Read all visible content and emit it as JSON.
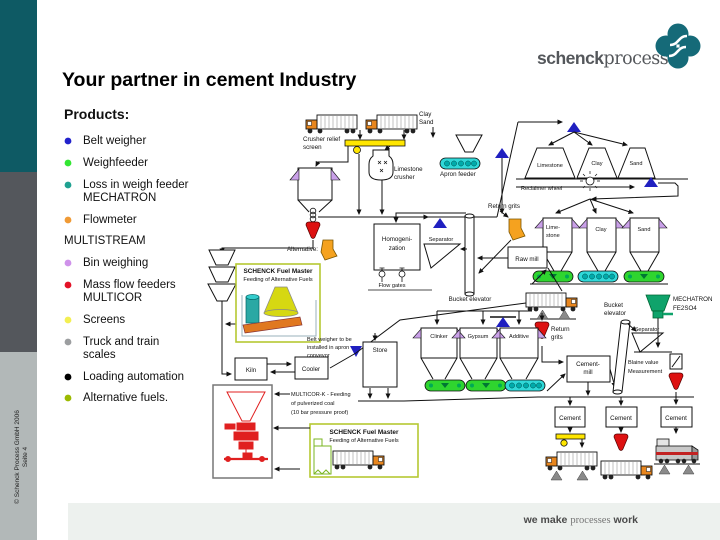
{
  "slide": {
    "title": "Your partner in cement Industry"
  },
  "logo": {
    "word1": "schenck",
    "word2": "process"
  },
  "sidebar": {
    "copyright": "© Schenck Process GmbH 2006",
    "page": "Seite 4"
  },
  "products": {
    "heading": "Products:",
    "items": [
      {
        "label": "Belt weigher",
        "color": "#2222cc"
      },
      {
        "label": "Weighfeeder",
        "color": "#33e633"
      },
      {
        "label": "Loss in weigh feeder\nMECHATRON",
        "color": "#1fa191"
      },
      {
        "label": "Flowmeter",
        "color": "#f09a35"
      },
      {
        "label": "MULTISTREAM",
        "color": ""
      },
      {
        "label": "Bin weighing",
        "color": "#cf92ea"
      },
      {
        "label": "Mass flow feeders\nMULTICOR",
        "color": "#e31227"
      },
      {
        "label": "Screens",
        "color": "#f3ef52"
      },
      {
        "label": "Truck and train\nscales",
        "color": "#9c9ea0"
      },
      {
        "label": "Loading automation",
        "color": "#000000"
      },
      {
        "label": "Alternative fuels.",
        "color": "#9cba00"
      }
    ]
  },
  "footer": {
    "part1": "we make",
    "part2": "processes",
    "part3": "work"
  },
  "colors": {
    "sidebar_teal": "#0e5a64",
    "sidebar_gray": "#54575c",
    "sidebar_light": "#b2b8b8",
    "logo_teal": "#156a78",
    "footer_bg": "#edf1ee",
    "fuelmaster_box_green": "#b5c832",
    "conveyor_green": "#2fd52f",
    "conveyor_cyan": "#30d8d8",
    "scale_blue": "#2020c0",
    "bin_purple": "#c9a0e8",
    "spout_red": "#dd1111",
    "flowmeter_orange": "#f5a21f",
    "screen_yellow": "#ffe600",
    "mechatron_green": "#0fa36b",
    "coal_red": "#e02020"
  },
  "diagram": {
    "labels": {
      "clay": "Clay",
      "sand": "Sand",
      "crusher_relief_1": "Crusher relief",
      "crusher_relief_2": "screen",
      "limestone_crusher_1": "Limestone",
      "limestone_crusher_2": "crusher",
      "apron_feeder": "Apron feeder",
      "pile_limestone": "Limestone",
      "pile_clay": "Clay",
      "pile_sand": "Sand",
      "reclaimer_wheel": "Reclaimer wheel",
      "return_grits_top": "Return grits",
      "homogenization_1": "Homogeni-",
      "homogenization_2": "zation",
      "separator_mid": "Separator",
      "raw_mill": "Raw mill",
      "bucket_elevator_mid": "Bucket elevator",
      "flow_gates": "Flow gates",
      "silo_limestone_1": "Lime-",
      "silo_limestone_2": "stone",
      "silo_clay": "Clay",
      "silo_sand": "Sand",
      "alternative": "Alternative:",
      "fuelmaster_title": "SCHENCK Fuel Master",
      "fuelmaster_sub": "Feeding of Alternative Fuels",
      "belt_note_1": "Belt weigher to be",
      "belt_note_2": "installed in apron",
      "belt_note_3": "conveyor",
      "store": "Store",
      "kiln": "Kiln",
      "cooler": "Cooler",
      "multicor_1": "MULTICOR-K - Feeding",
      "multicor_2": "of pulverized coal",
      "multicor_3": "(10 bar pressure proof)",
      "silo_clinker": "Clinker",
      "silo_gypsum": "Gypsum",
      "silo_additive": "Additive",
      "return_grits_1": "Return",
      "return_grits_2": "grits",
      "mechatron_1": "MECHATRON",
      "mechatron_2": "FE2SO4",
      "bucket_elevator_r_1": "Bucket",
      "bucket_elevator_r_2": "elevator",
      "separator_r": "Separator",
      "blaine_1": "Blaine value",
      "blaine_2": "Measurement",
      "cement_mill_1": "Cement-",
      "cement_mill_2": "mill",
      "cement": "Cement"
    }
  }
}
